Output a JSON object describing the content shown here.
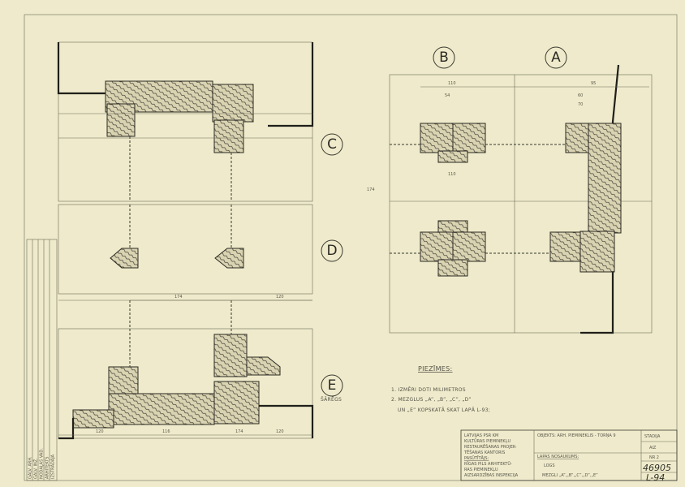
{
  "detail_labels": {
    "a": "A",
    "b": "B",
    "c": "C",
    "d": "D",
    "e": "E"
  },
  "notes": {
    "title": "PIEZĪMES:",
    "line1": "1. IZMĒRI DOTI MILIMETROS",
    "line2": "2. MEZGLUS „A”, „B”, „C”, „D”",
    "line3": "UN „E” KOPSKATĀ SKAT LAPĀ L-93;"
  },
  "annotation_flashing": "ŠĀRĒGS",
  "dimensions": {
    "left_bottom": [
      "120",
      "116",
      "174",
      "120"
    ],
    "left_mid": [
      "174",
      "120"
    ],
    "right_top": [
      "110",
      "95",
      "54",
      "60",
      "70"
    ],
    "right_mid": [
      "110",
      "174"
    ]
  },
  "title_block": {
    "org": [
      "LATVIJAS PSR KM",
      "KULTŪRAS PIEMINEKĻU",
      "RESTAURĒŠANAS PROJEK-",
      "TĒŠANAS KANTORIS"
    ],
    "client_label": "PASŪTĪTĀJS:",
    "client": [
      "RĪGAS PILS ARHITEKTŪ-",
      "RAS PIEMINEKĻU",
      "AIZSARDZĪBAS INSPEKCIJA"
    ],
    "object": "OBJEKTS: ARH. PIEMINEKLIS - TORŅA 9",
    "sheet_name_label": "LAPAS NOSAUKUMS:",
    "sheet_name": "LOGS",
    "sheet_sub": "MEZGLI „A”,„B”,„C”,„D”,„E”",
    "stage_label": "STADIJA",
    "stage": "AIZ",
    "nr_label": "NR 2",
    "archive_no": "46905",
    "sheet_no": "L-94"
  },
  "signature_block": [
    "GALV. ARH.",
    "GALV. INŽ.",
    "NODAĻAS VAD.",
    "ARHITEKTS",
    "IZSTRĀDĀJA"
  ]
}
